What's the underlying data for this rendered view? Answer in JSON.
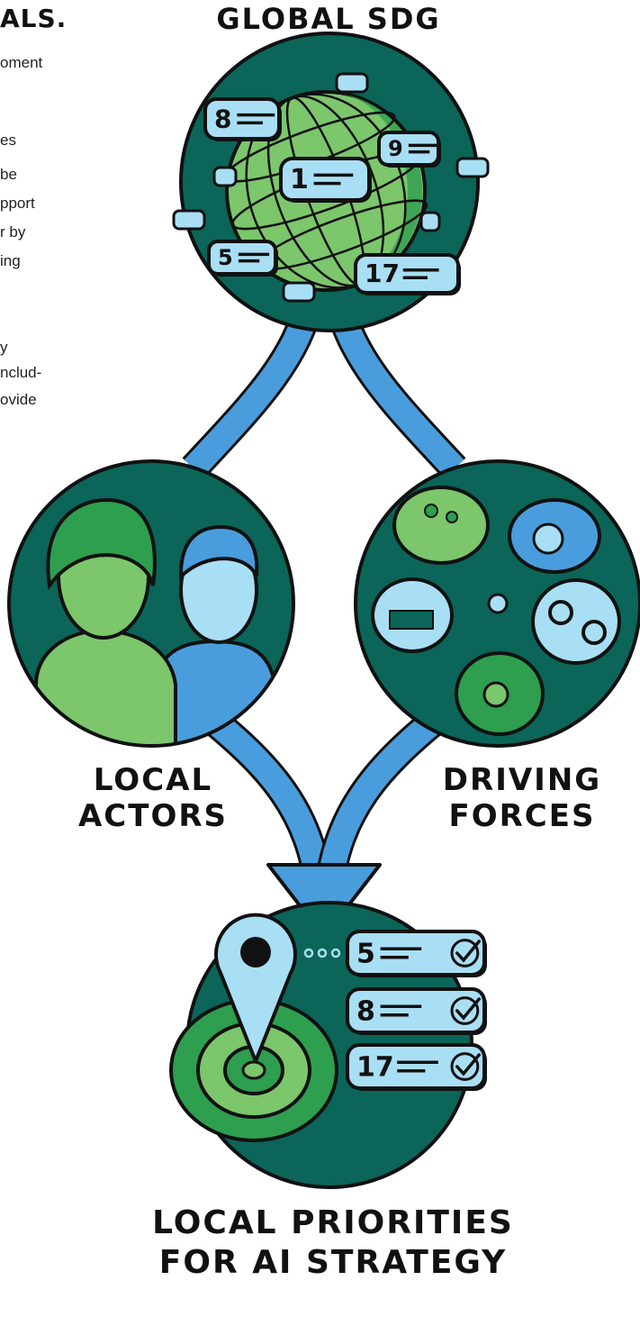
{
  "intro": {
    "heading": "ALS.",
    "lines": [
      "oment",
      "es",
      "be",
      "pport",
      "r by",
      "ing",
      "y",
      "nclud-",
      "ovide"
    ]
  },
  "labels": {
    "global_sdg": "GLOBAL SDG",
    "local_actors": [
      "LOCAL",
      "ACTORS"
    ],
    "driving_forces": [
      "DRIVING",
      "FORCES"
    ],
    "local_priorities": [
      "LOCAL PRIORITIES",
      "FOR AI STRATEGY"
    ]
  },
  "globe_badges": [
    "8",
    "9",
    "1",
    "5",
    "17"
  ],
  "priority_badges": [
    "5",
    "8",
    "17"
  ],
  "driving_force_icons": [
    "family-icon",
    "money-growth-icon",
    "house-icon",
    "handcuffs-icon",
    "gender-equality-icon"
  ],
  "colors": {
    "dark_teal": "#0b6558",
    "green": "#2e9e4f",
    "light_green": "#7cc66c",
    "light_blue": "#a9dff5",
    "blue": "#4a9ddc",
    "outline": "#111111"
  }
}
